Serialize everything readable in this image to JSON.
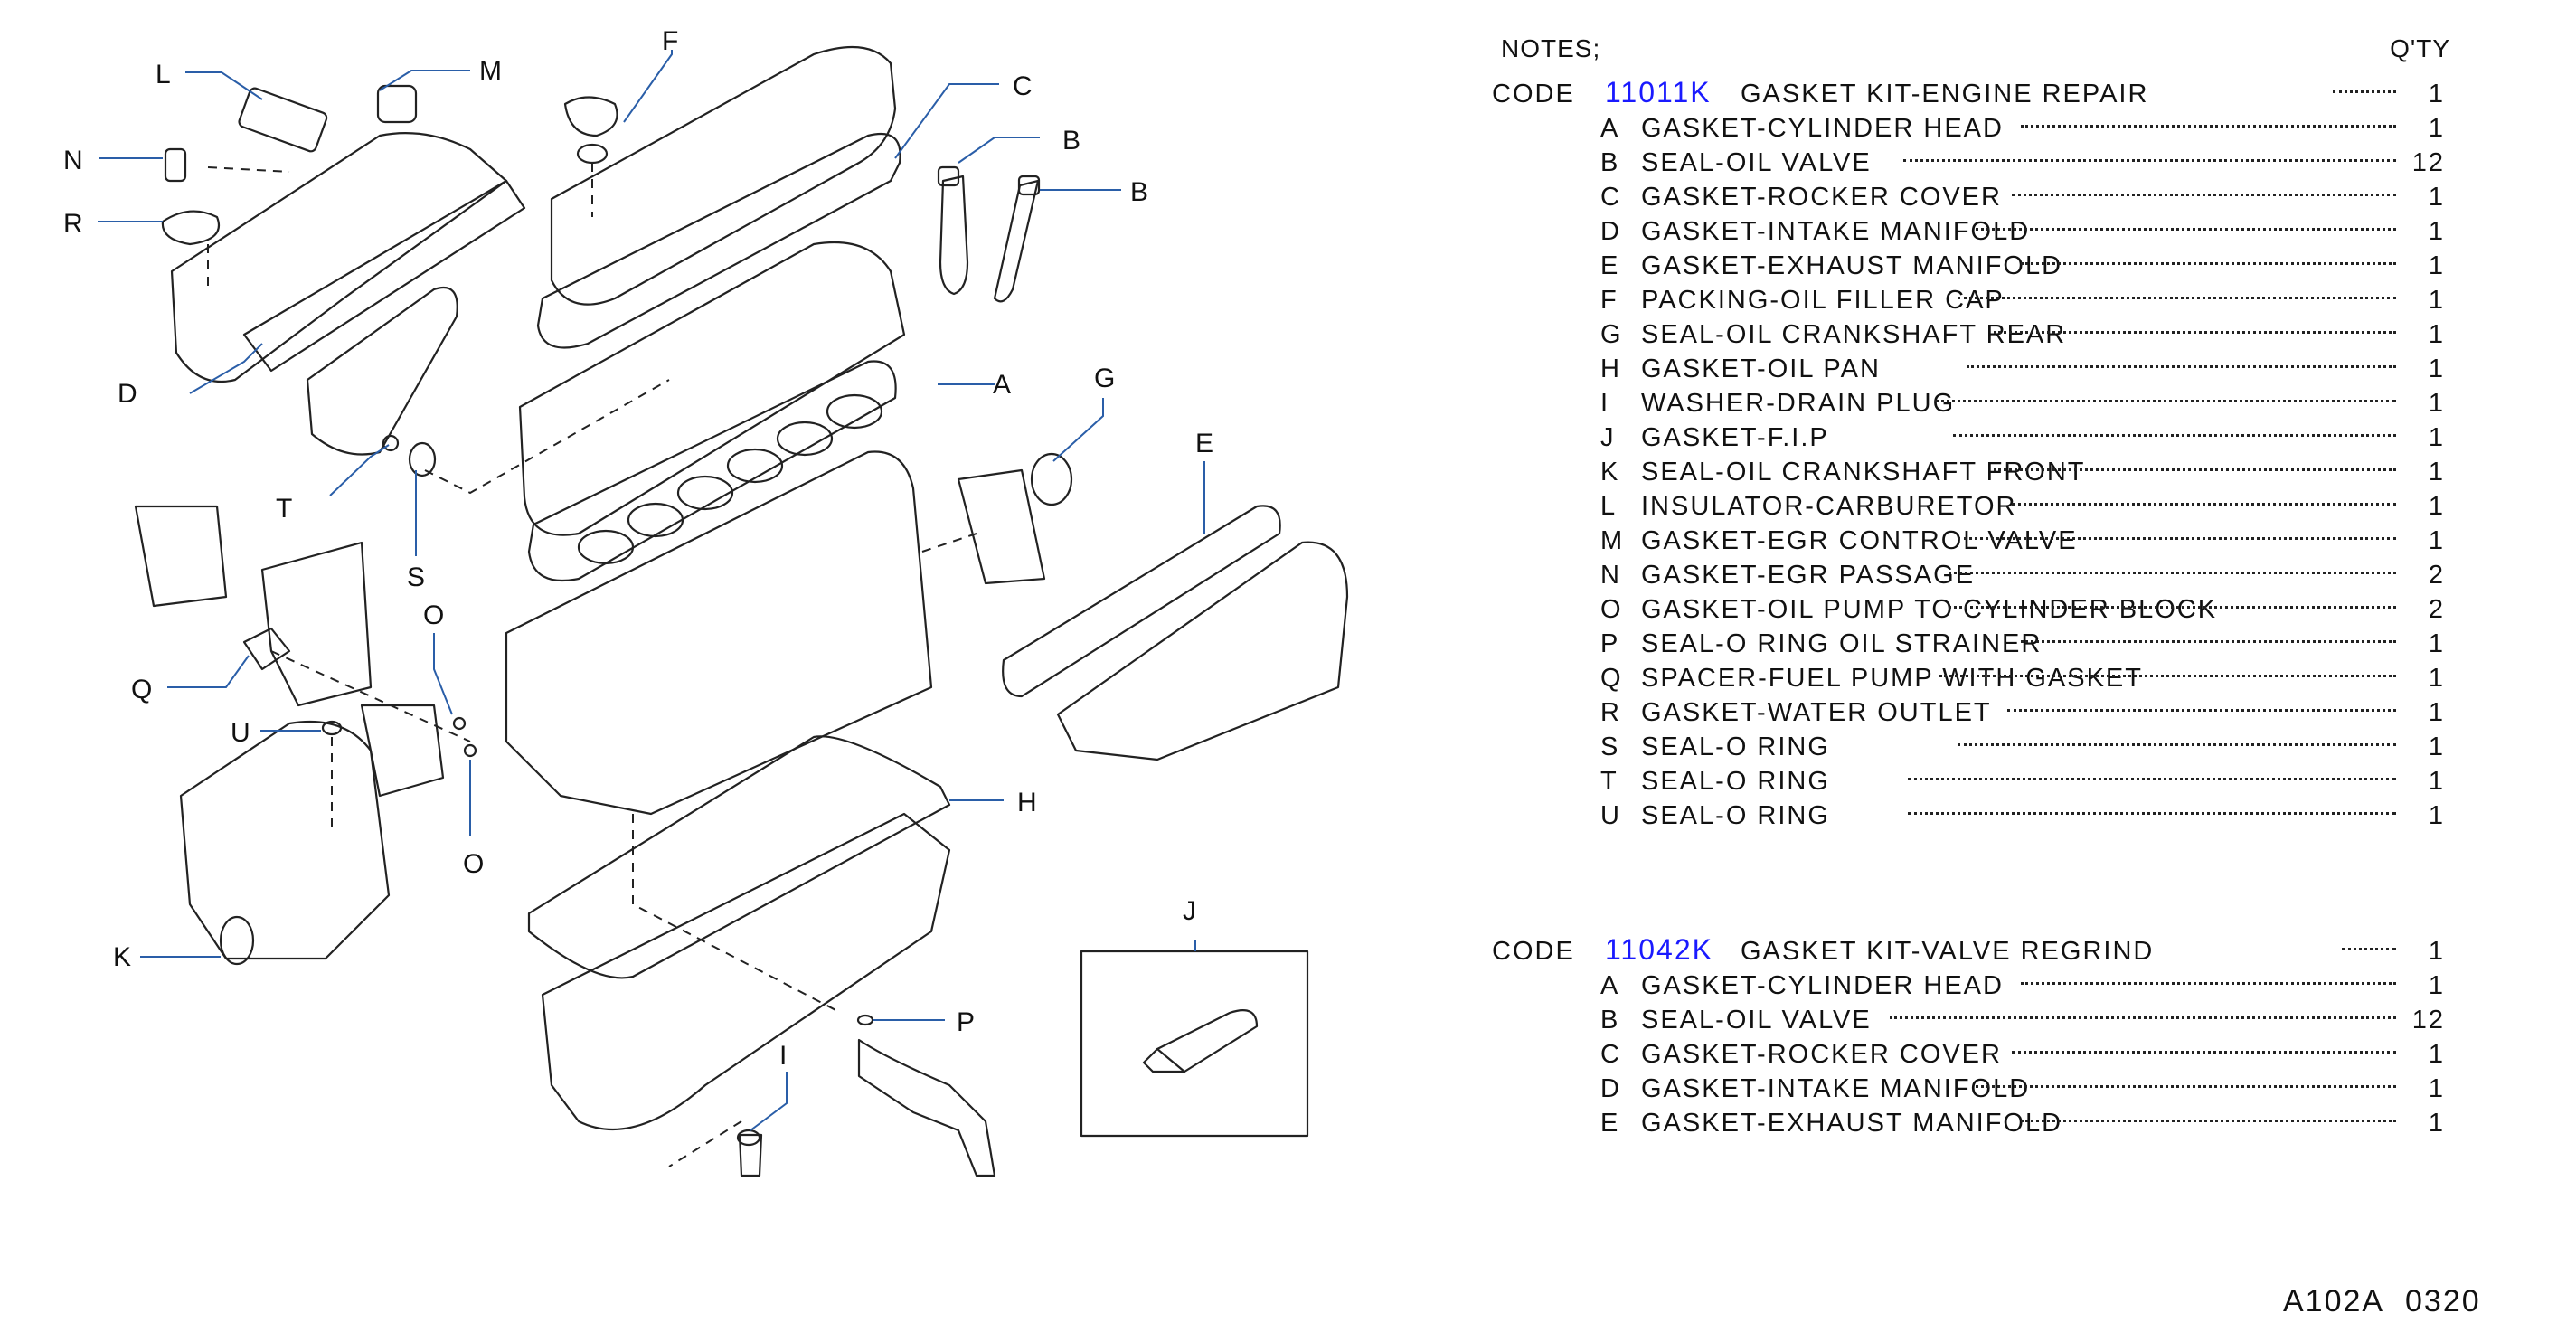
{
  "notes_label": "NOTES;",
  "qty_label": "Q'TY",
  "code_label": "CODE",
  "kits": [
    {
      "code": "11011K",
      "name": "GASKET  KIT-ENGINE  REPAIR",
      "qty": "1",
      "items": [
        {
          "letter": "A",
          "desc": "GASKET-CYLINDER  HEAD",
          "qty": "1"
        },
        {
          "letter": "B",
          "desc": "SEAL-OIL  VALVE",
          "qty": "12"
        },
        {
          "letter": "C",
          "desc": "GASKET-ROCKER  COVER",
          "qty": "1"
        },
        {
          "letter": "D",
          "desc": "GASKET-INTAKE  MANIFOLD",
          "qty": "1"
        },
        {
          "letter": "E",
          "desc": "GASKET-EXHAUST  MANIFOLD",
          "qty": "1"
        },
        {
          "letter": "F",
          "desc": "PACKING-OIL  FILLER  CAP",
          "qty": "1"
        },
        {
          "letter": "G",
          "desc": "SEAL-OIL  CRANKSHAFT  REAR",
          "qty": "1"
        },
        {
          "letter": "H",
          "desc": "GASKET-OIL  PAN",
          "qty": "1"
        },
        {
          "letter": "I",
          "desc": "WASHER-DRAIN  PLUG",
          "qty": "1"
        },
        {
          "letter": "J",
          "desc": "GASKET-F.I.P",
          "qty": "1"
        },
        {
          "letter": "K",
          "desc": "SEAL-OIL  CRANKSHAFT  FRONT",
          "qty": "1"
        },
        {
          "letter": "L",
          "desc": "INSULATOR-CARBURETOR",
          "qty": "1"
        },
        {
          "letter": "M",
          "desc": "GASKET-EGR  CONTROL  VALVE",
          "qty": "1"
        },
        {
          "letter": "N",
          "desc": "GASKET-EGR  PASSAGE",
          "qty": "2"
        },
        {
          "letter": "O",
          "desc": "GASKET-OIL  PUMP  TO  CYLINDER  BLOCK",
          "qty": "2"
        },
        {
          "letter": "P",
          "desc": "SEAL-O  RING  OIL  STRAINER",
          "qty": "1"
        },
        {
          "letter": "Q",
          "desc": "SPACER-FUEL  PUMP  WITH  GASKET",
          "qty": "1"
        },
        {
          "letter": "R",
          "desc": "GASKET-WATER  OUTLET",
          "qty": "1"
        },
        {
          "letter": "S",
          "desc": "SEAL-O  RING",
          "qty": "1"
        },
        {
          "letter": "T",
          "desc": "SEAL-O  RING",
          "qty": "1"
        },
        {
          "letter": "U",
          "desc": "SEAL-O  RING",
          "qty": "1"
        }
      ]
    },
    {
      "code": "11042K",
      "name": "GASKET  KIT-VALVE  REGRIND",
      "qty": "1",
      "items": [
        {
          "letter": "A",
          "desc": "GASKET-CYLINDER  HEAD",
          "qty": "1"
        },
        {
          "letter": "B",
          "desc": "SEAL-OIL  VALVE",
          "qty": "12"
        },
        {
          "letter": "C",
          "desc": "GASKET-ROCKER  COVER",
          "qty": "1"
        },
        {
          "letter": "D",
          "desc": "GASKET-INTAKE  MANIFOLD",
          "qty": "1"
        },
        {
          "letter": "E",
          "desc": "GASKET-EXHAUST  MANIFOLD",
          "qty": "1"
        }
      ]
    }
  ],
  "callouts": {
    "A": "A",
    "B1": "B",
    "B2": "B",
    "C": "C",
    "D": "D",
    "E": "E",
    "F": "F",
    "G": "G",
    "H": "H",
    "I": "I",
    "J": "J",
    "K": "K",
    "L": "L",
    "M": "M",
    "N": "N",
    "O1": "O",
    "O2": "O",
    "P": "P",
    "Q": "Q",
    "R": "R",
    "S": "S",
    "T": "T",
    "U": "U"
  },
  "footer": {
    "ref": "A102A",
    "num": "0320"
  }
}
